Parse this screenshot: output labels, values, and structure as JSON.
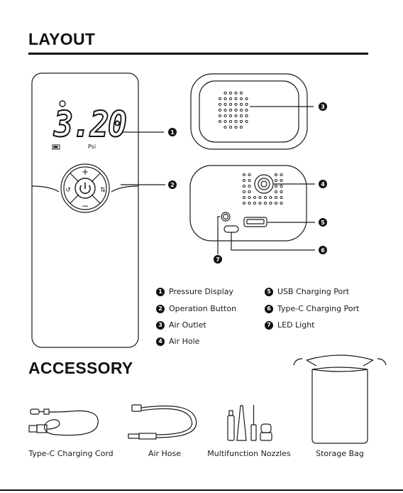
{
  "sections": {
    "layout_title": "LAYOUT",
    "accessory_title": "ACCESSORY"
  },
  "display": {
    "reading": "3.20",
    "unit": "Psi"
  },
  "callouts": [
    "1",
    "2",
    "3",
    "4",
    "5",
    "6",
    "7"
  ],
  "legend": [
    {
      "num": "1",
      "label": "Pressure Display"
    },
    {
      "num": "2",
      "label": "Operation Button"
    },
    {
      "num": "3",
      "label": "Air Outlet"
    },
    {
      "num": "4",
      "label": "Air Hole"
    },
    {
      "num": "5",
      "label": "USB Charging Port"
    },
    {
      "num": "6",
      "label": "Type-C Charging Port"
    },
    {
      "num": "7",
      "label": "LED Light"
    }
  ],
  "accessories": [
    {
      "label": "Type-C Charging Cord",
      "icon": "charging-cord-icon"
    },
    {
      "label": "Air Hose",
      "icon": "air-hose-icon"
    },
    {
      "label": "Multifunction Nozzles",
      "icon": "nozzles-icon"
    },
    {
      "label": "Storage Bag",
      "icon": "storage-bag-icon"
    }
  ]
}
